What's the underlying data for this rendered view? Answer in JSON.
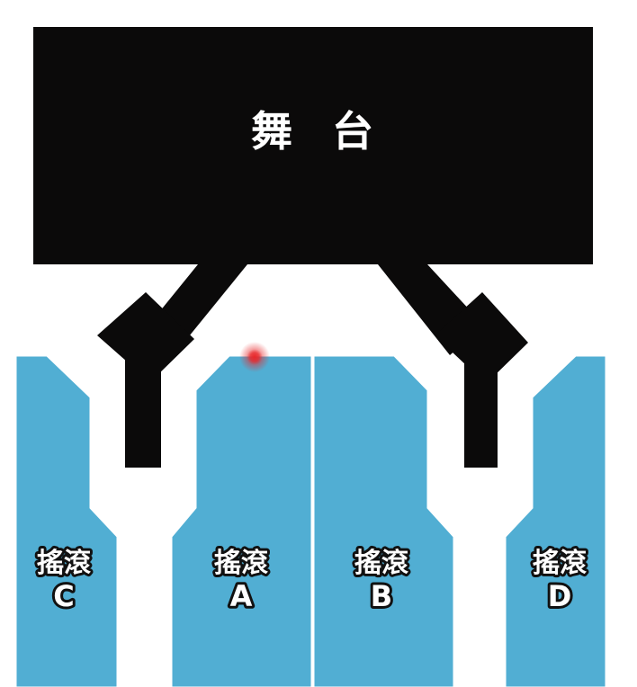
{
  "stage": {
    "label": "舞 台"
  },
  "zones": [
    {
      "id": "c",
      "title": "搖滾",
      "letter": "C"
    },
    {
      "id": "a",
      "title": "搖滾",
      "letter": "A"
    },
    {
      "id": "b",
      "title": "搖滾",
      "letter": "B"
    },
    {
      "id": "d",
      "title": "搖滾",
      "letter": "D"
    }
  ],
  "colors": {
    "stage": "#0b0a0a",
    "zone": "#51aed3",
    "zone_border": "#ffffff",
    "label_fill": "#ffffff",
    "label_outline": "#111111",
    "marker": "#e8282b",
    "background": "#ffffff"
  },
  "selected_marker": {
    "zone": "A",
    "icon": "location-dot-icon"
  }
}
